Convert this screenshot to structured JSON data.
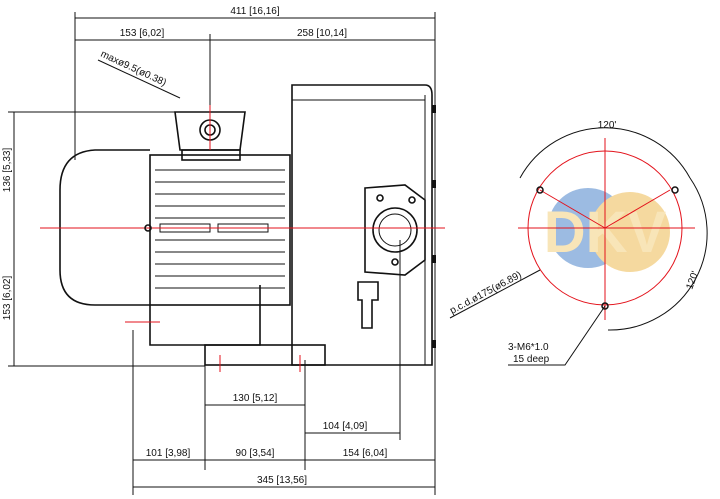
{
  "dimensions": {
    "overall_width": "411 [16,16]",
    "left_to_outlet": "153 [6,02]",
    "outlet_to_right": "258 [10,14]",
    "upper_height": "136 [5,33]",
    "lower_height": "153 [6,02]",
    "foot_spacing": "130 [5,12]",
    "flange_offset": "104 [4,09]",
    "left_to_foot": "101 [3,98]",
    "foot_width": "90 [3,54]",
    "foot_to_right": "154 [6,04]",
    "base_length": "345 [13,56]",
    "cable_gland": "maxø9.5(ø0.38)"
  },
  "flange_detail": {
    "angle_top": "120'",
    "angle_right": "120'",
    "pcd": "p.c.d.ø175(ø6.89)",
    "thread_line1": "3-M6*1.0",
    "thread_line2": "15  deep"
  },
  "watermark": {
    "text": "DKV",
    "color": "#f0c060",
    "globe_color": "#5b8fd0"
  },
  "colors": {
    "centerline": "#e3121b",
    "lines": "#111111"
  }
}
